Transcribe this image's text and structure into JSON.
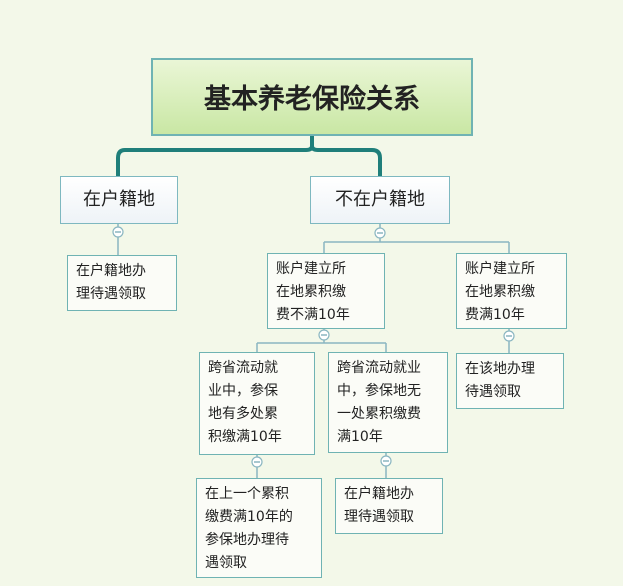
{
  "root": {
    "label": "基本养老保险关系"
  },
  "branches": {
    "local": {
      "label": "在户籍地",
      "outcome": "在户籍地办\n理待遇领取"
    },
    "nonlocal": {
      "label": "不在户籍地",
      "under10": {
        "label": "账户建立所\n在地累积缴\n费不满10年",
        "case_has": {
          "label": "跨省流动就\n业中，参保\n地有多处累\n积缴满10年",
          "outcome": "在上一个累积\n缴费满10年的\n参保地办理待\n遇领取"
        },
        "case_none": {
          "label": "跨省流动就业\n中，参保地无\n一处累积缴费\n满10年",
          "outcome": "在户籍地办\n理待遇领取"
        }
      },
      "over10": {
        "label": "账户建立所\n在地累积缴\n费满10年",
        "outcome": "在该地办理\n待遇领取"
      }
    }
  }
}
